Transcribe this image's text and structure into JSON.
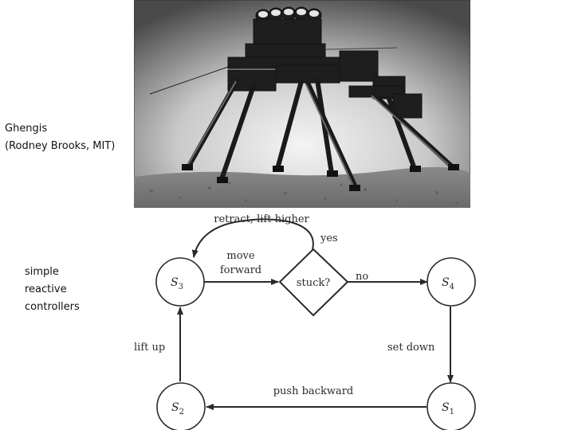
{
  "captions": {
    "robot": "Ghengis\n(Rodney Brooks, MIT)",
    "controllers": "simple\nreactive\ncontrollers"
  },
  "photo": {
    "description_icon": "hexapod-robot-photo"
  },
  "diagram": {
    "states": {
      "s1": {
        "base": "S",
        "sub": "1"
      },
      "s2": {
        "base": "S",
        "sub": "2"
      },
      "s3": {
        "base": "S",
        "sub": "3"
      },
      "s4": {
        "base": "S",
        "sub": "4"
      }
    },
    "decision": "stuck?",
    "labels": {
      "retract": "retract, lift higher",
      "yes": "yes",
      "move1": "move",
      "move2": "forward",
      "no": "no",
      "set_down": "set down",
      "push_backward": "push backward",
      "lift_up": "lift up"
    }
  }
}
